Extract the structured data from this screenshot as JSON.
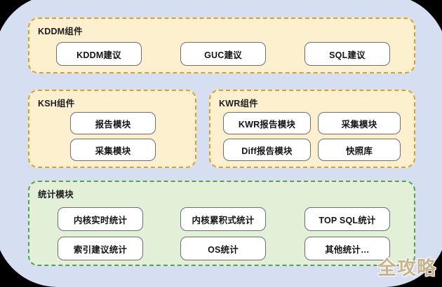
{
  "watermark": "全攻略",
  "colors": {
    "page_background": "#d6dff2",
    "outer_background": "#000000",
    "group_yellow_fill": "#fdf0cf",
    "group_yellow_border": "#d9a227",
    "group_green_fill": "#e3f0d8",
    "group_green_border": "#55a152",
    "node_fill": "#ffffff",
    "node_border": "#6e6e6e",
    "text": "#141414",
    "watermark_color": "#c9b38a"
  },
  "sections": [
    {
      "id": "kddm",
      "title": "KDDM组件",
      "style": "yellow",
      "nodes": [
        {
          "label": "KDDM建议"
        },
        {
          "label": "GUC建议"
        },
        {
          "label": "SQL建议"
        }
      ]
    },
    {
      "id": "ksh",
      "title": "KSH组件",
      "style": "yellow",
      "nodes": [
        {
          "label": "报告模块"
        },
        {
          "label": "采集模块"
        }
      ]
    },
    {
      "id": "kwr",
      "title": "KWR组件",
      "style": "yellow",
      "nodes": [
        {
          "label": "KWR报告模块"
        },
        {
          "label": "采集模块"
        },
        {
          "label": "Diff报告模块"
        },
        {
          "label": "快照库"
        }
      ]
    },
    {
      "id": "stat",
      "title": "统计模块",
      "style": "green",
      "nodes": [
        {
          "label": "内核实时统计"
        },
        {
          "label": "内核累积式统计"
        },
        {
          "label": "TOP SQL统计"
        },
        {
          "label": "索引建议统计"
        },
        {
          "label": "OS统计"
        },
        {
          "label": "其他统计…"
        }
      ]
    }
  ]
}
